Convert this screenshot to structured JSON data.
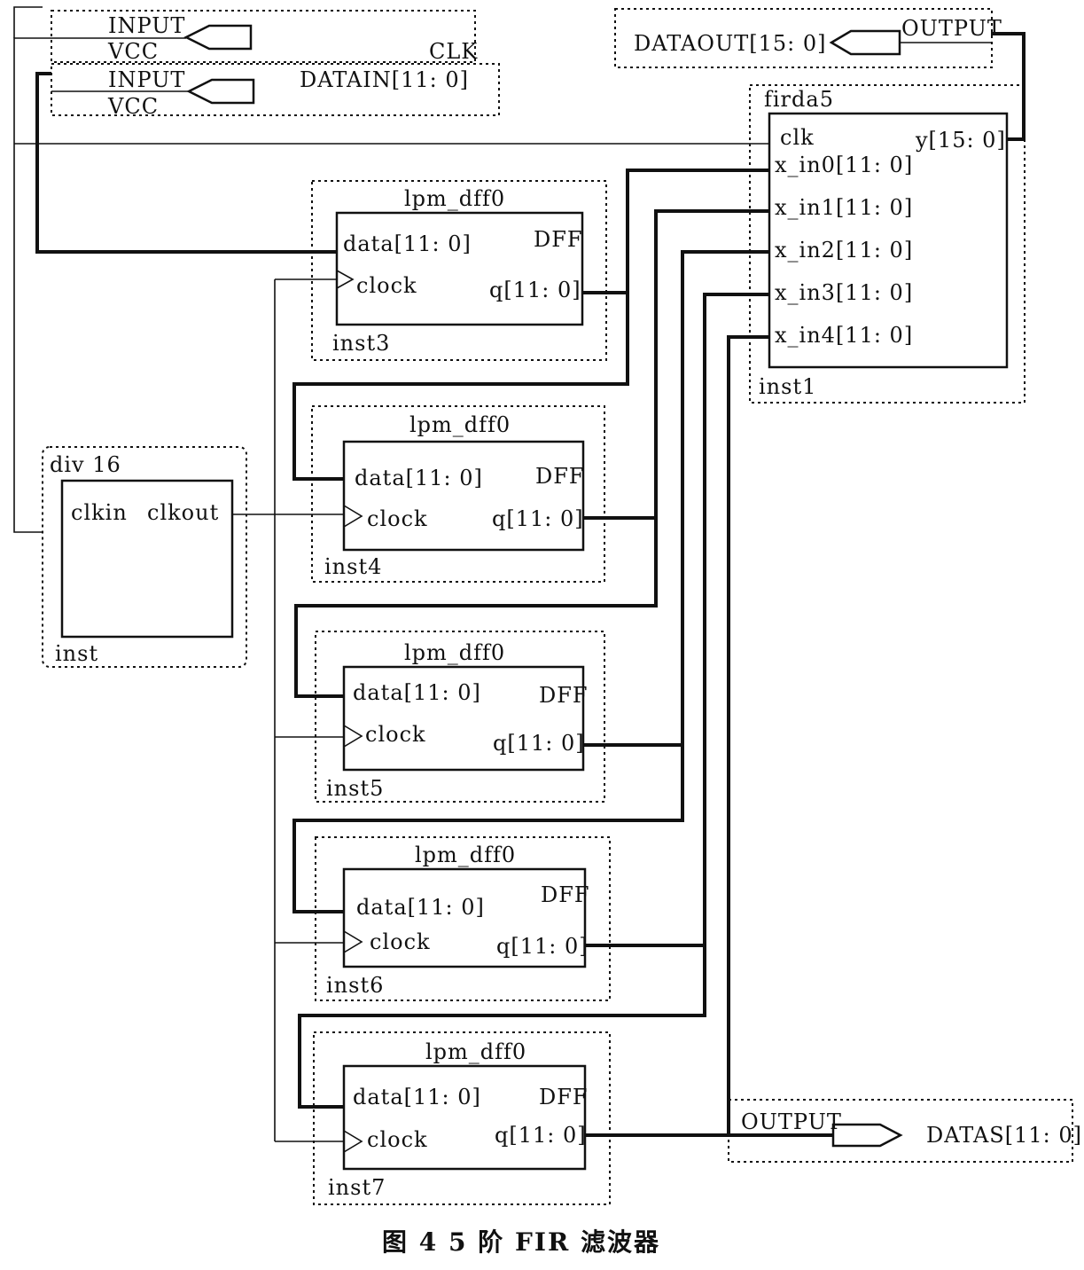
{
  "pins": {
    "clk_in": {
      "kind": "INPUT",
      "default": "VCC",
      "name": "CLK"
    },
    "data_in": {
      "kind": "INPUT",
      "default": "VCC",
      "name": "DATAIN[11: 0]"
    },
    "data_out": {
      "kind": "OUTPUT",
      "name": "DATAOUT[15: 0]"
    },
    "datas_out": {
      "kind": "OUTPUT",
      "name": "DATAS[11: 0]"
    }
  },
  "firda5": {
    "title": "firda5",
    "clk": "clk",
    "inputs": [
      "x_in0[11: 0]",
      "x_in1[11: 0]",
      "x_in2[11: 0]",
      "x_in3[11: 0]",
      "x_in4[11: 0]"
    ],
    "output": "y[15: 0]",
    "inst": "inst1"
  },
  "div": {
    "title": "div 16",
    "clkin": "clkin",
    "clkout": "clkout",
    "inst": "inst"
  },
  "dffs": [
    {
      "title": "lpm_dff0",
      "data": "data[11: 0]",
      "type": "DFF",
      "clock": "clock",
      "q": "q[11: 0]",
      "inst": "inst3"
    },
    {
      "title": "lpm_dff0",
      "data": "data[11: 0]",
      "type": "DFF",
      "clock": "clock",
      "q": "q[11: 0]",
      "inst": "inst4"
    },
    {
      "title": "lpm_dff0",
      "data": "data[11: 0]",
      "type": "DFF",
      "clock": "clock",
      "q": "q[11: 0]",
      "inst": "inst5"
    },
    {
      "title": "lpm_dff0",
      "data": "data[11: 0]",
      "type": "DFF",
      "clock": "clock",
      "q": "q[11: 0]",
      "inst": "inst6"
    },
    {
      "title": "lpm_dff0",
      "data": "data[11: 0]",
      "type": "DFF",
      "clock": "clock",
      "q": "q[11: 0]",
      "inst": "inst7"
    }
  ],
  "caption": "图 4   5 阶 FIR 滤波器"
}
